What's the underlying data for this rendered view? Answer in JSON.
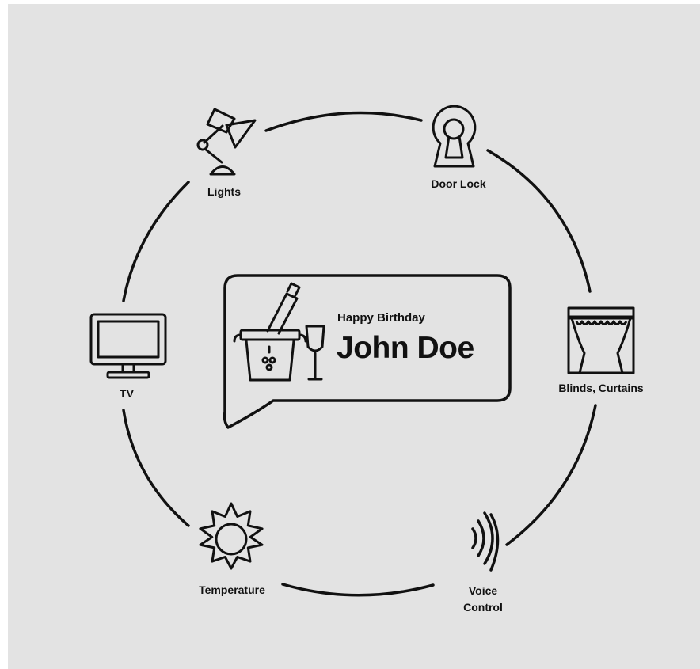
{
  "center": {
    "greeting": "Happy Birthday",
    "name": "John Doe",
    "icon": "champagne-bucket-and-glass-icon"
  },
  "devices": [
    {
      "id": "lights",
      "label": "Lights",
      "icon": "desk-lamp-icon"
    },
    {
      "id": "door-lock",
      "label": "Door Lock",
      "icon": "keyhole-icon"
    },
    {
      "id": "blinds",
      "label": "Blinds, Curtains",
      "icon": "curtains-icon"
    },
    {
      "id": "voice",
      "label": "Voice\nControl",
      "icon": "sound-waves-icon"
    },
    {
      "id": "temperature",
      "label": "Temperature",
      "icon": "sun-icon"
    },
    {
      "id": "tv",
      "label": "TV",
      "icon": "tv-icon"
    }
  ],
  "colors": {
    "background": "#e3e3e3",
    "stroke": "#111111"
  }
}
